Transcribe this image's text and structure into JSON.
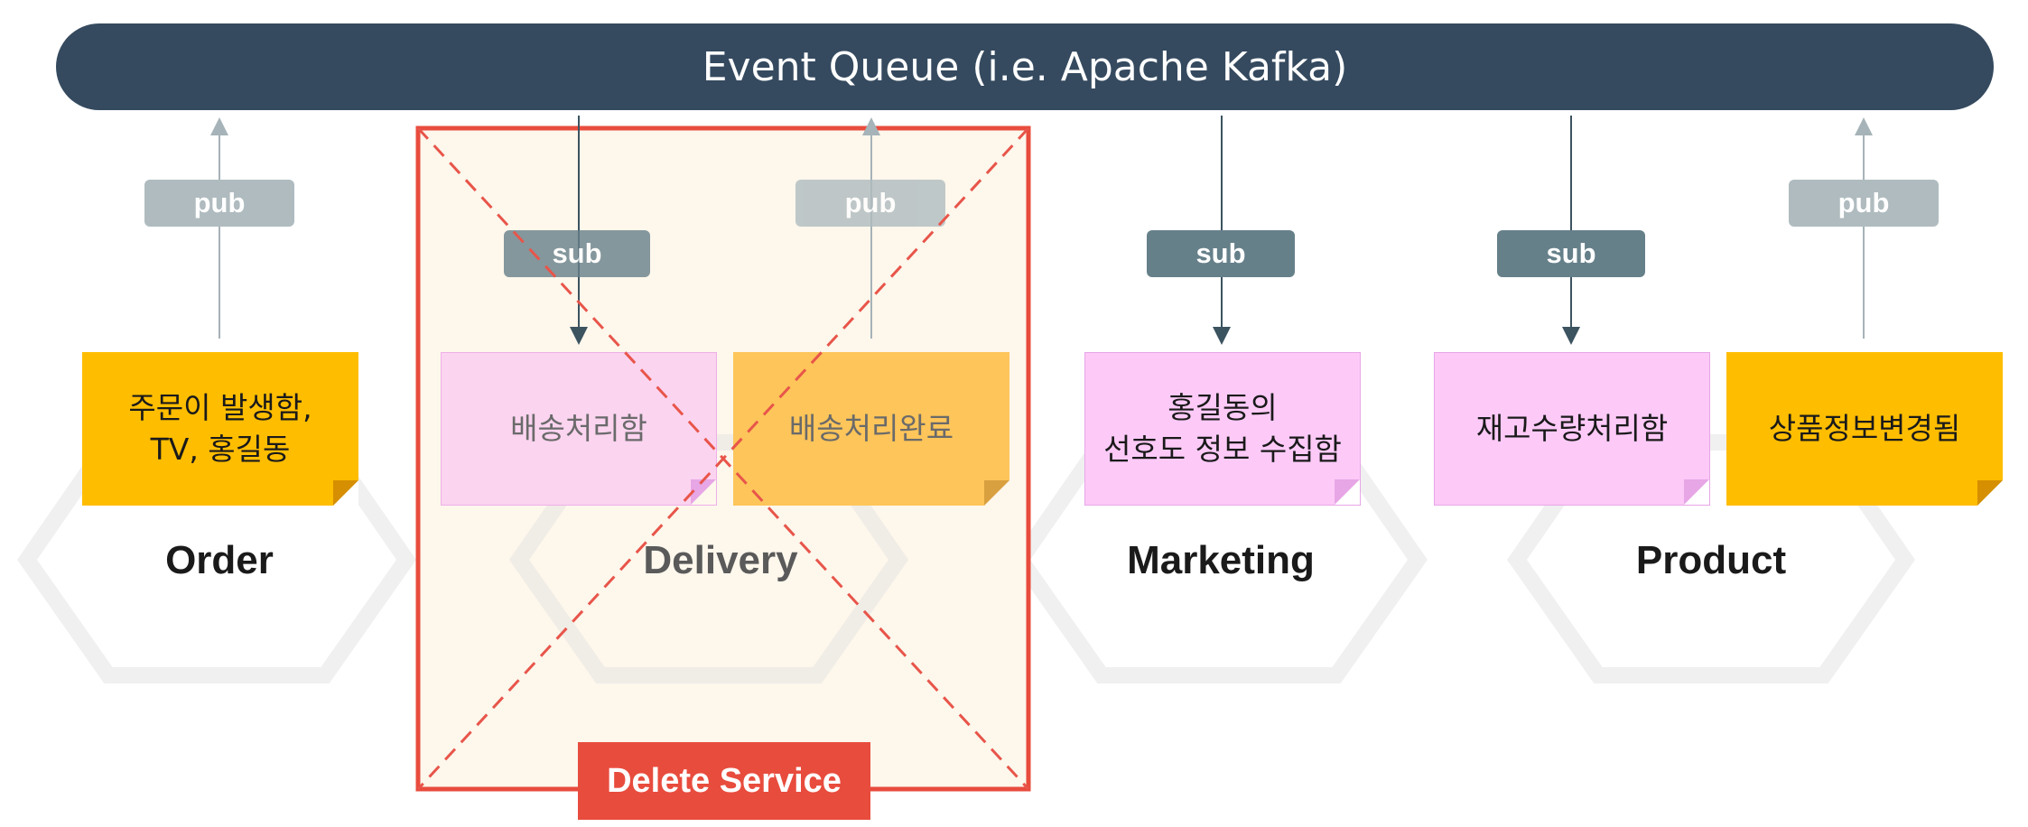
{
  "queue": {
    "label": "Event Queue (i.e. Apache Kafka)"
  },
  "tags": {
    "order_pub": "pub",
    "delivery_sub": "sub",
    "delivery_pub": "pub",
    "marketing_sub": "sub",
    "product_sub": "sub",
    "product_pub": "pub"
  },
  "stickies": {
    "order_event": "주문이 발생함,\nTV, 홍길동",
    "delivery_policy": "배송처리함",
    "delivery_event": "배송처리완료",
    "marketing_policy": "홍길동의\n선호도 정보 수집함",
    "product_policy": "재고수량처리함",
    "product_event": "상품정보변경됨"
  },
  "services": {
    "order": "Order",
    "delivery": "Delivery",
    "marketing": "Marketing",
    "product": "Product"
  },
  "delete_badge": "Delete Service",
  "colors": {
    "queue": "#354a5f",
    "pub_tag": "#afbbbf",
    "sub_tag": "#66808a",
    "event_sticky": "#ffbd00",
    "policy_sticky": "#fdcaf8",
    "delete": "#e84c3d",
    "delete_area": "#fdf7ec"
  }
}
